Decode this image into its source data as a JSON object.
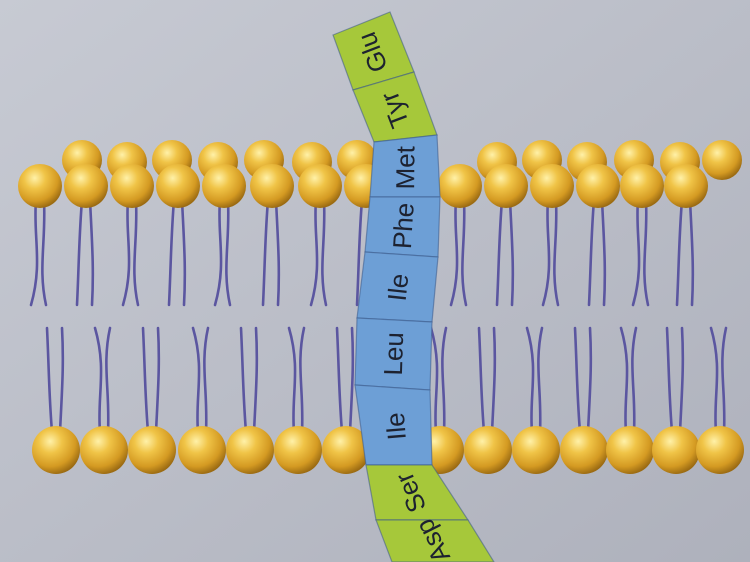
{
  "colors": {
    "background": "#bdc0ca",
    "hydrophilic_segment": "#a6c83a",
    "hydrophobic_segment": "#6d9fd6",
    "phospholipid_head": "#d9a62d",
    "lipid_tail": "#5b56a0",
    "segment_text": "#1d2230"
  },
  "protein": {
    "residues": [
      {
        "label": "Glu",
        "region": "hydrophilic"
      },
      {
        "label": "Tyr",
        "region": "hydrophilic"
      },
      {
        "label": "Met",
        "region": "hydrophobic"
      },
      {
        "label": "Phe",
        "region": "hydrophobic"
      },
      {
        "label": "Ile",
        "region": "hydrophobic"
      },
      {
        "label": "Leu",
        "region": "hydrophobic"
      },
      {
        "label": "Ile",
        "region": "hydrophobic"
      },
      {
        "label": "Ser",
        "region": "hydrophilic"
      },
      {
        "label": "Asp",
        "region": "hydrophilic"
      }
    ]
  },
  "membrane": {
    "layers": [
      "outer leaflet",
      "inner leaflet"
    ]
  }
}
